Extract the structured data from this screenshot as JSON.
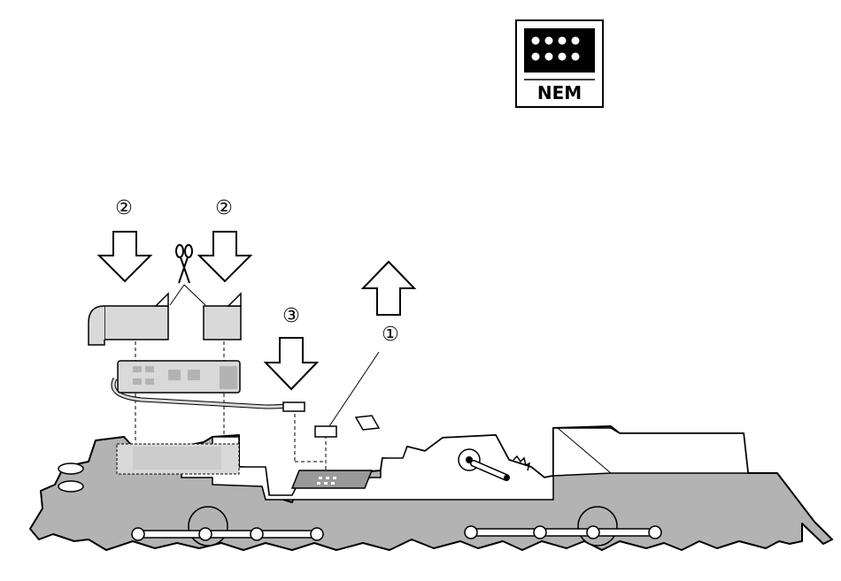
{
  "badge": {
    "text": "NEM"
  },
  "steps": {
    "step1": "①",
    "step2a": "②",
    "step2b": "②",
    "step3": "③"
  },
  "colors": {
    "body_gray": "#b3b3b3",
    "light_gray": "#d9d9d9",
    "outline": "#000000",
    "background": "#ffffff"
  },
  "icons": [
    "nem-socket-icon",
    "scissors-icon",
    "arrow-down-icon",
    "arrow-up-icon"
  ]
}
